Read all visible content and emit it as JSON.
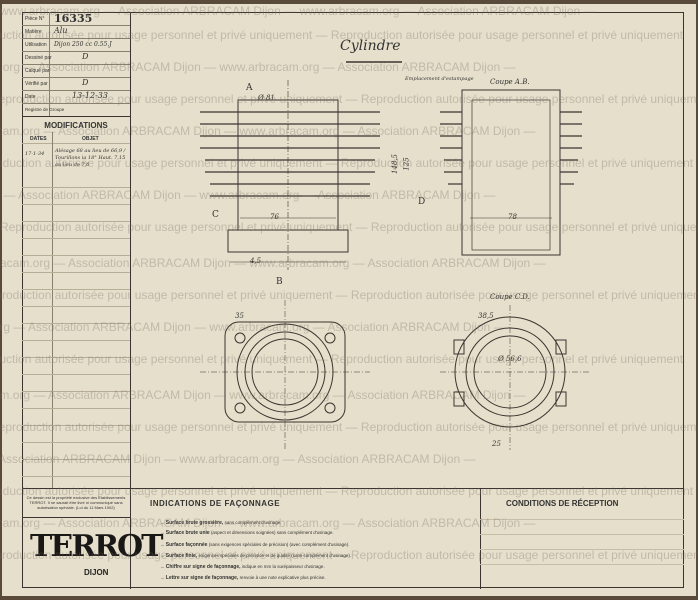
{
  "title_block": {
    "rows": [
      {
        "label": "Pièce N°",
        "value": "16335"
      },
      {
        "label": "Matière",
        "value": "Alu"
      },
      {
        "label": "Utilisation",
        "value": "Dijon 250 cc 0.55.J"
      },
      {
        "label": "Dessiné par",
        "value": "D"
      },
      {
        "label": "Calqué par",
        "value": ""
      },
      {
        "label": "Vérifié par",
        "value": "D"
      },
      {
        "label": "Date",
        "value": "13-12-33"
      },
      {
        "label": "Registre de Groupe",
        "value": ""
      }
    ]
  },
  "modifications": {
    "title": "MODIFICATIONS",
    "col_dates": "DATES",
    "col_objet": "OBJET",
    "entries": [
      {
        "date": "17-1-34",
        "text": "Alésage 68 au lieu de 66,9 / Tourillons ia 18° Haut. 7,15 au lieu de 7,6"
      }
    ]
  },
  "drawing": {
    "title": "Cylindre",
    "section_ab": "Coupe A.B.",
    "section_cd": "Coupe C.D.",
    "annotation": "Emplacement d'estampage",
    "labels": {
      "a": "A",
      "b": "B",
      "c": "C",
      "d": "D"
    },
    "dims": [
      "76",
      "78",
      "35",
      "38,5",
      "4,5",
      "25",
      "Ø 81",
      "Ø 56,6",
      "148,5",
      "125"
    ]
  },
  "notice": {
    "text": "Ce dessin est la propriété exclusive des Etablissements TERROT. Il ne saurait être livré ni communiqué sans autorisation spéciale.",
    "law": "(Loi du 11 Mars 1902)"
  },
  "brand": {
    "name": "TERROT",
    "city": "DIJON"
  },
  "indications": {
    "title": "INDICATIONS DE FAÇONNAGE",
    "items": [
      {
        "bold": "Surface brute grossière,",
        "text": "sans complément d'usinage."
      },
      {
        "bold": "Surface brute unie",
        "text": "(aspect et dimensions soignées) sans complément d'usinage."
      },
      {
        "bold": "Surface façonnée",
        "text": "(sans exigences spéciales de précision) (avec complément d'usinage)."
      },
      {
        "bold": "Surface finie,",
        "text": "exigences spéciales de précision et de qualité (sans complément d'usinage)."
      },
      {
        "bold": "Chiffre sur signe de façonnage,",
        "text": "indique en mm la surépaisseur d'usinage."
      },
      {
        "bold": "Lettre sur signe de façonnage,",
        "text": "renvoie à une note explicative plus précise."
      }
    ]
  },
  "conditions": {
    "title": "CONDITIONS DE RÉCEPTION"
  },
  "watermark": {
    "line1": "www.arbracam.org — Association ARBRACAM Dijon — www.arbracam.org — Association ARBRACAM Dijon — ",
    "line2": "Reproduction autorisée pour usage personnel et privé uniquement — Reproduction autorisée pour usage personnel et privé uniquement"
  }
}
